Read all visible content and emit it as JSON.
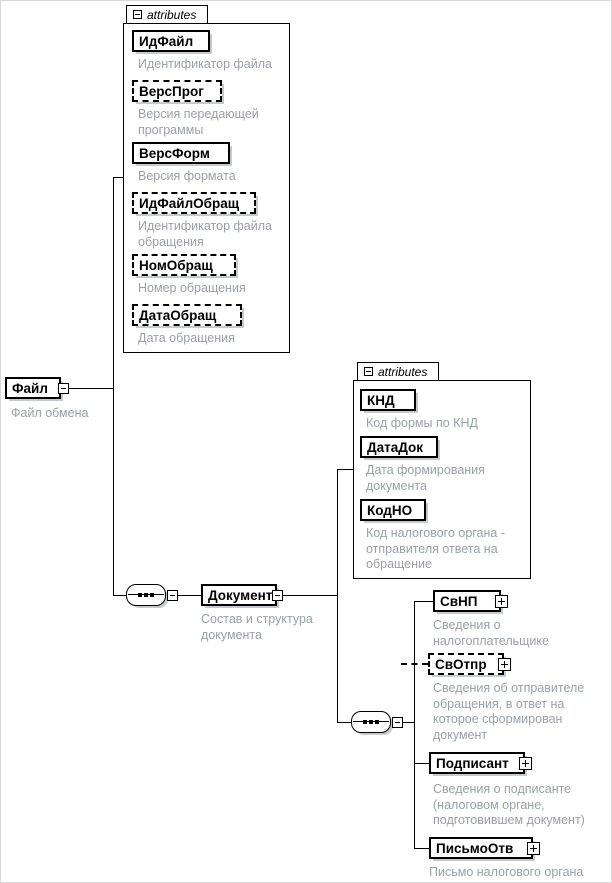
{
  "colors": {
    "border": "#000000",
    "caption_text": "#98a0ab",
    "shadow": "#c6c9ce",
    "background": "#ffffff"
  },
  "file": {
    "name": "Файл",
    "caption": "Файл обмена"
  },
  "file_attributes": {
    "header": "attributes",
    "items": [
      {
        "name": "ИдФайл",
        "caption": "Идентификатор файла",
        "use": "required"
      },
      {
        "name": "ВерсПрог",
        "caption": "Версия передающей программы",
        "use": "optional"
      },
      {
        "name": "ВерсФорм",
        "caption": "Версия формата",
        "use": "required"
      },
      {
        "name": "ИдФайлОбращ",
        "caption": "Идентификатор файла обращения",
        "use": "optional"
      },
      {
        "name": "НомОбращ",
        "caption": "Номер обращения",
        "use": "optional"
      },
      {
        "name": "ДатаОбращ",
        "caption": "Дата обращения",
        "use": "optional"
      }
    ]
  },
  "document": {
    "name": "Документ",
    "caption": "Состав и структура документа"
  },
  "document_attributes": {
    "header": "attributes",
    "items": [
      {
        "name": "КНД",
        "caption": "Код формы по КНД",
        "use": "required"
      },
      {
        "name": "ДатаДок",
        "caption": "Дата формирования документа",
        "use": "required"
      },
      {
        "name": "КодНО",
        "caption": "Код налогового органа - отправителя ответа на обращение",
        "use": "required"
      }
    ]
  },
  "document_children": [
    {
      "name": "СвНП",
      "caption": "Сведения о налогоплательщике",
      "optional": false
    },
    {
      "name": "СвОтпр",
      "caption": "Сведения об отправителе обращения, в ответ на которое сформирован документ",
      "optional": true
    },
    {
      "name": "Подписант",
      "caption": "Сведения о подписанте (налоговом органе, подготовившем документ)",
      "optional": false
    },
    {
      "name": "ПисьмоОтв",
      "caption": "Письмо налогового органа",
      "optional": false
    }
  ]
}
